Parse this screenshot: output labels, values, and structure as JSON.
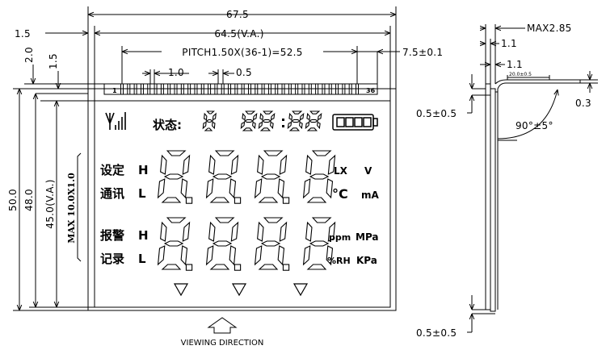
{
  "front_view": {
    "dims": {
      "overall_width": "67.5",
      "view_area_width": "64.5(V.A.)",
      "pitch": "PITCH1.50X(36-1)=52.5",
      "pin_offset": "7.5±0.1",
      "left_offset": "1.5",
      "top_2": "2.0",
      "top_1_5": "1.5",
      "pin_width": "1.0",
      "pin_gap": "0.5",
      "overall_height": "50.0",
      "height_48": "48.0",
      "view_area_height": "45.0(V.A.)",
      "max_tail": "MAX  10.0X1.0"
    },
    "pins": {
      "first": "1",
      "last": "36"
    },
    "lcd": {
      "status_label": "状态:",
      "row1_left_labels": [
        "设定",
        "通讯"
      ],
      "row2_left_labels": [
        "报警",
        "记录"
      ],
      "row1_hl": [
        "H",
        "L"
      ],
      "row2_hl": [
        "H",
        "L"
      ],
      "row1_units": [
        "LX",
        "V",
        "°C",
        "mA"
      ],
      "row2_units": [
        "ppm",
        "MPa",
        "%RH",
        "KPa"
      ]
    },
    "viewing_direction": "VIEWING  DIRECTION"
  },
  "side_view": {
    "max_thickness": "MAX2.85",
    "glass_1": "1.1",
    "glass_2": "1.1",
    "fpc_len": "20.0±0.5",
    "tail_thk": "0.3",
    "angle": "90°±5°",
    "top_tol": "0.5±0.5",
    "bottom_tol": "0.5±0.5"
  }
}
